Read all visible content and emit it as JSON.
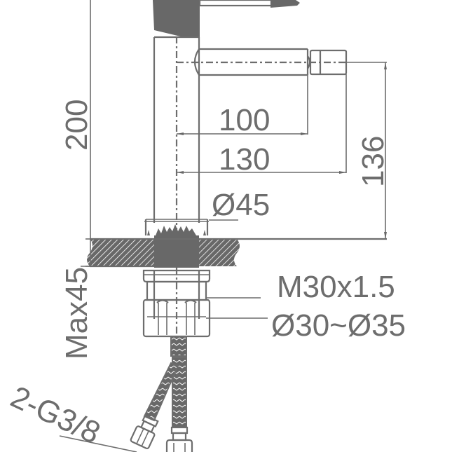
{
  "drawing": {
    "subject": "bidet mixer tap technical dimension drawing",
    "line_color": "#6d6d6d",
    "fill_color": "#686868",
    "background": "#ffffff"
  },
  "dimensions": {
    "height_total": "200",
    "spout_reach_to_axis": "100",
    "spout_reach_to_tip": "130",
    "spout_height": "136",
    "body_diameter": "Ø45",
    "max_counter_thickness": "Max45",
    "thread": "M30x1.5",
    "hole_diameter": "Ø30~Ø35",
    "hose_connection": "2-G3/8"
  }
}
